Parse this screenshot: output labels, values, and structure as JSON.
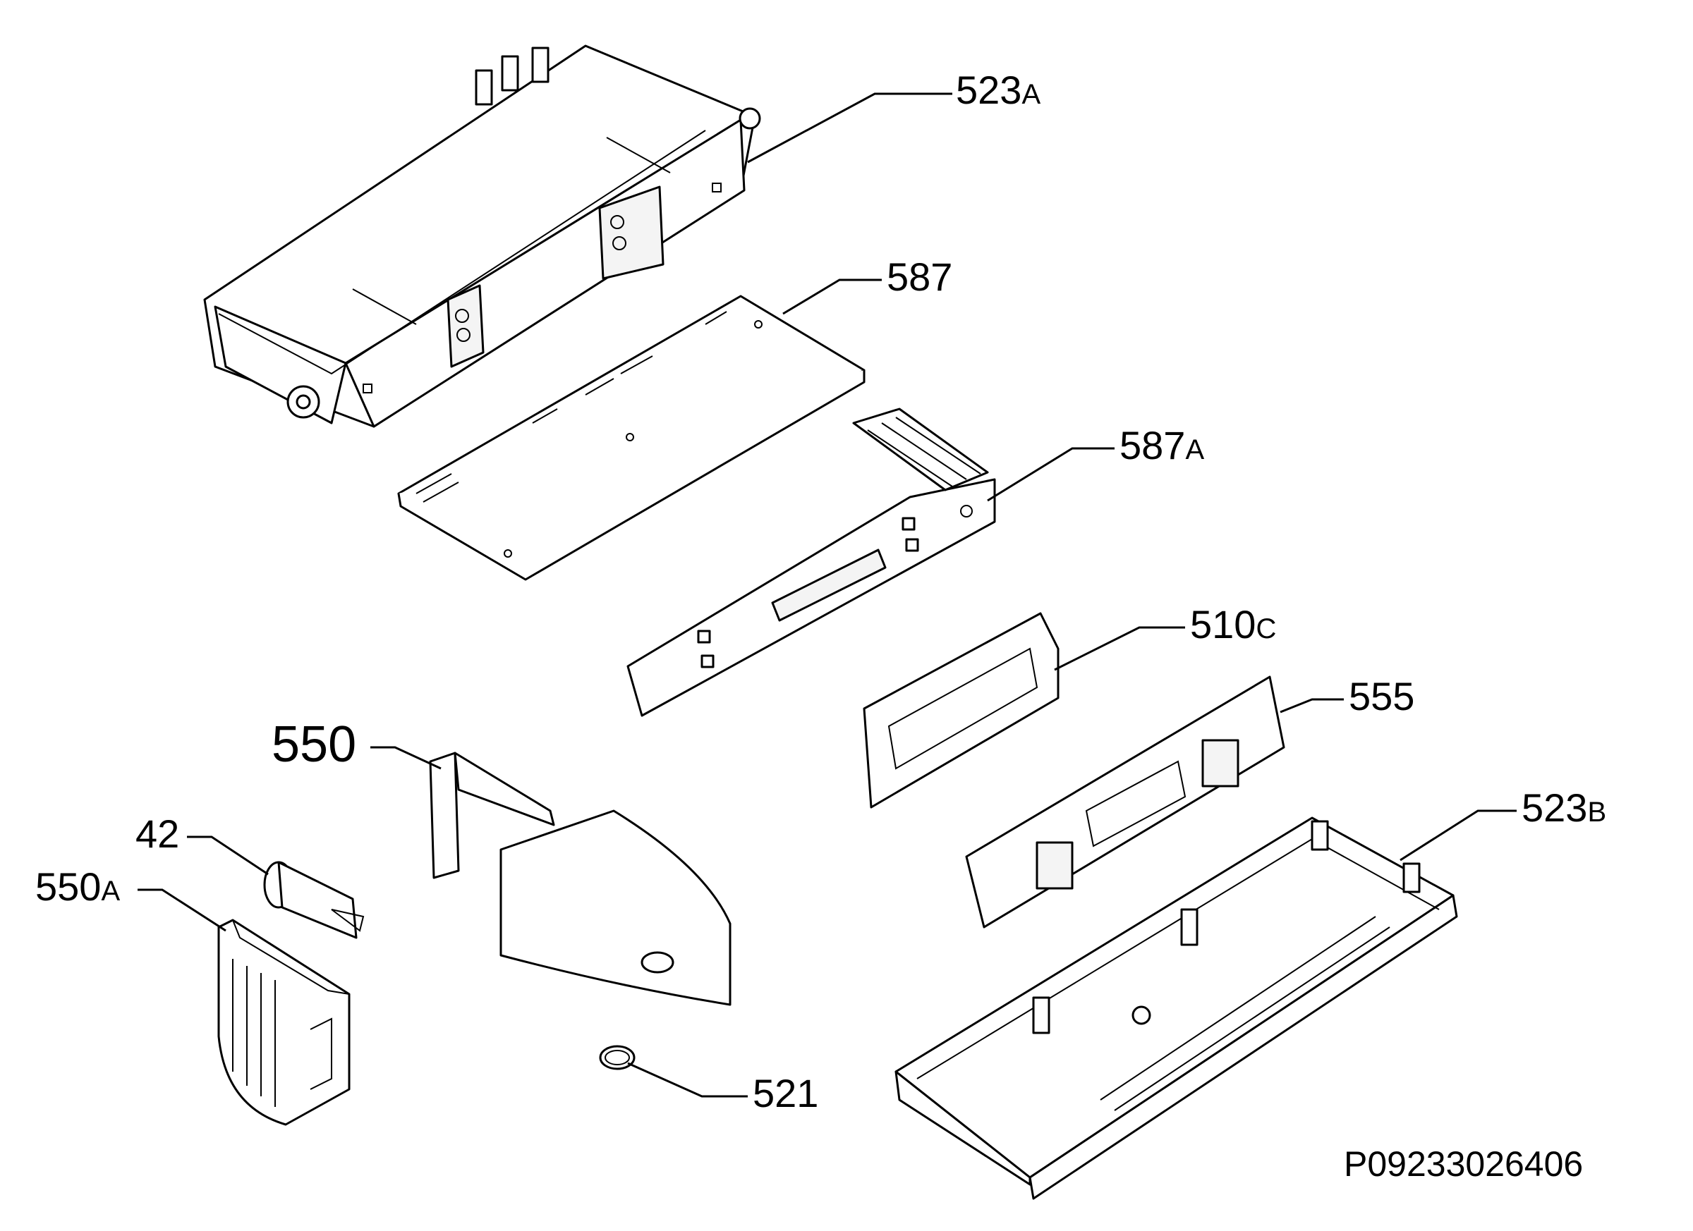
{
  "diagram": {
    "labels": {
      "523a": {
        "num": "523",
        "suffix": "A"
      },
      "587": {
        "num": "587",
        "suffix": ""
      },
      "587a": {
        "num": "587",
        "suffix": "A"
      },
      "510c": {
        "num": "510",
        "suffix": "C"
      },
      "555": {
        "num": "555",
        "suffix": ""
      },
      "550": {
        "num": "550",
        "suffix": ""
      },
      "42": {
        "num": "42",
        "suffix": ""
      },
      "550a": {
        "num": "550",
        "suffix": "A"
      },
      "523b": {
        "num": "523",
        "suffix": "B"
      },
      "521": {
        "num": "521",
        "suffix": ""
      }
    },
    "reference": "P09233026406"
  }
}
